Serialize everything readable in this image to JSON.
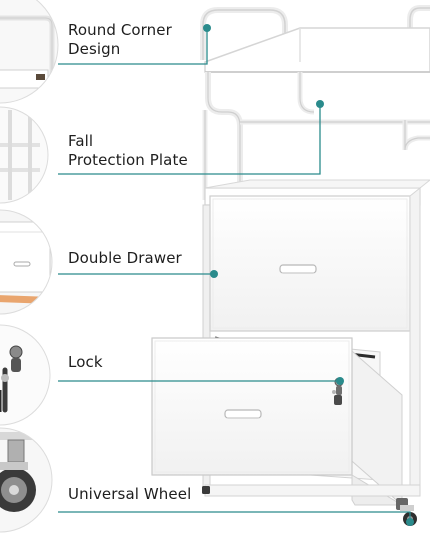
{
  "features": [
    {
      "label": "Round Corner\nDesign",
      "icon": "round-corner-thumb"
    },
    {
      "label": "Fall\nProtection Plate",
      "icon": "fall-protection-thumb"
    },
    {
      "label": "Double Drawer",
      "icon": "double-drawer-thumb"
    },
    {
      "label": "Lock",
      "icon": "lock-thumb"
    },
    {
      "label": "Universal Wheel",
      "icon": "universal-wheel-thumb"
    }
  ],
  "colors": {
    "accent": "#2a8b8c",
    "furniture": "#ffffff",
    "outline": "#cfcfcf",
    "shadow": "#e6e6e6",
    "wood_edge": "#e9a56e"
  }
}
